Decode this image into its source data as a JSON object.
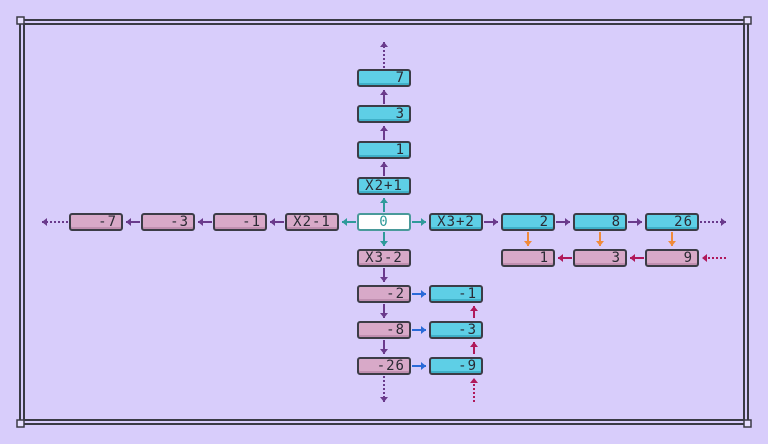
{
  "board": {
    "center": "0",
    "up": {
      "op": "X2+1",
      "values": [
        "1",
        "3",
        "7"
      ]
    },
    "down": {
      "op": "X3-2",
      "values": [
        "-2",
        "-8",
        "-26"
      ]
    },
    "left": {
      "op": "X2-1",
      "values": [
        "-1",
        "-3",
        "-7"
      ]
    },
    "right": {
      "op": "X3+2",
      "values": [
        "2",
        "8",
        "26"
      ]
    },
    "right_sub": [
      "1",
      "3",
      "9"
    ],
    "down_sub": [
      "-1",
      "-3",
      "-9"
    ]
  },
  "colors": {
    "background": "#d8cdfb",
    "cyan_cell": "#5ecfe6",
    "pink_cell": "#d8a9c8",
    "purple_arrow": "#6a3a8c",
    "teal_arrow": "#2e9a9a",
    "orange_arrow": "#f08a3a",
    "blue_arrow": "#2a6ad8",
    "magenta_arrow": "#b0185a"
  }
}
